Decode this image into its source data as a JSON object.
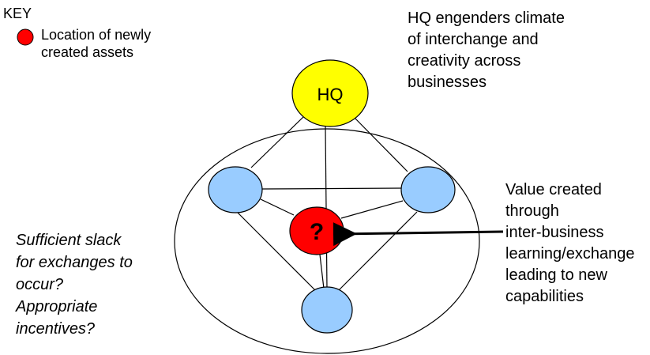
{
  "key": {
    "title": "KEY",
    "label_lines": [
      "Location of newly",
      "created assets"
    ],
    "marker_color": "#ff0000"
  },
  "nodes": {
    "hq": {
      "label": "HQ",
      "color": "#ffff00"
    },
    "business_color": "#99ccff",
    "new_asset": {
      "label": "?",
      "color": "#ff0000"
    }
  },
  "annotations": {
    "hq_text": [
      "HQ engenders climate",
      "of interchange and",
      "creativity across",
      "businesses"
    ],
    "value_text": [
      "Value created",
      "through",
      "inter-business",
      "learning/exchange",
      "leading to new",
      "capabilities"
    ],
    "slack_text": [
      "Sufficient slack",
      "for exchanges to",
      "occur?",
      "Appropriate",
      "incentives?"
    ]
  }
}
